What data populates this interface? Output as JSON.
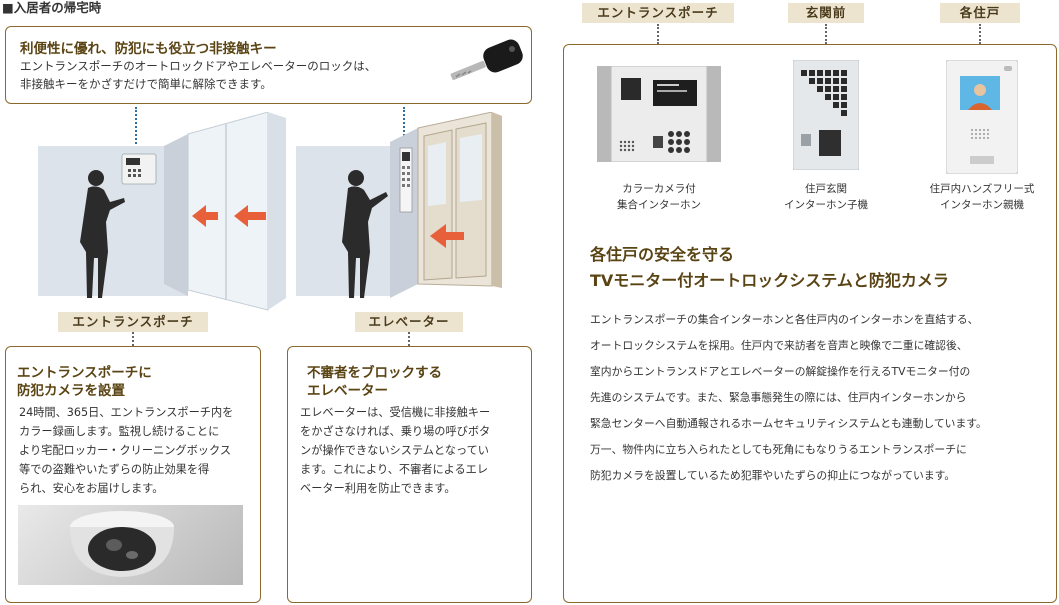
{
  "header": {
    "section_title": "■入居者の帰宅時"
  },
  "key_box": {
    "title": "利便性に優れ、防犯にも役立つ非接触キー",
    "line1": "エントランスポーチのオートロックドアやエレベーターのロックは、",
    "line2": "非接触キーをかざすだけで簡単に解除できます。"
  },
  "left_tags": {
    "entrance": "エントランスポーチ",
    "elevator": "エレベーター"
  },
  "camera_box": {
    "title_line1": "エントランスポーチに",
    "title_line2": "防犯カメラを設置",
    "lines": [
      "24時間、365日、エントランスポーチ内を",
      "カラー録画します。監視し続けることに",
      "より宅配ロッカー・クリーニングボックス",
      "等での盗難やいたずらの防止効果を得",
      "られ、安心をお届けします。"
    ]
  },
  "elevator_box": {
    "title_line1": "不審者をブロックする",
    "title_line2": "エレベーター",
    "lines": [
      "エレベーターは、受信機に非接触キー",
      "をかざさなければ、乗り場の呼びボタ",
      "ンが操作できないシステムとなってい",
      "ます。これにより、不審者によるエレ",
      "ベーター利用を防止できます。"
    ]
  },
  "right_tags": {
    "entrance": "エントランスポーチ",
    "front_door": "玄関前",
    "unit": "各住戸"
  },
  "devices": [
    {
      "caption_line1": "カラーカメラ付",
      "caption_line2": "集合インターホン"
    },
    {
      "caption_line1": "住戸玄関",
      "caption_line2": "インターホン子機"
    },
    {
      "caption_line1": "住戸内ハンズフリー式",
      "caption_line2": "インターホン親機"
    }
  ],
  "system": {
    "title_line1": "各住戸の安全を守る",
    "title_line2": "TVモニター付オートロックシステムと防犯カメラ",
    "lines": [
      "エントランスポーチの集合インターホンと各住戸内のインターホンを直結する、",
      "オートロックシステムを採用。住戸内で来訪者を音声と映像で二重に確認後、",
      "室内からエントランスドアとエレベーターの解錠操作を行えるTVモニター付の",
      "先進のシステムです。また、緊急事態発生の際には、住戸内インターホンから",
      "緊急センターへ自動通報されるホームセキュリティシステムとも連動しています。",
      "万一、物件内に立ち入られたとしても死角にもなりうるエントランスポーチに",
      "防犯カメラを設置しているため犯罪やいたずらの抑止につながっています。"
    ]
  },
  "colors": {
    "border": "#8a6a2c",
    "tag_bg": "#ede4cf",
    "title": "#5a4414",
    "arrow": "#e8603a",
    "dotted_blue": "#2e6fa0"
  }
}
